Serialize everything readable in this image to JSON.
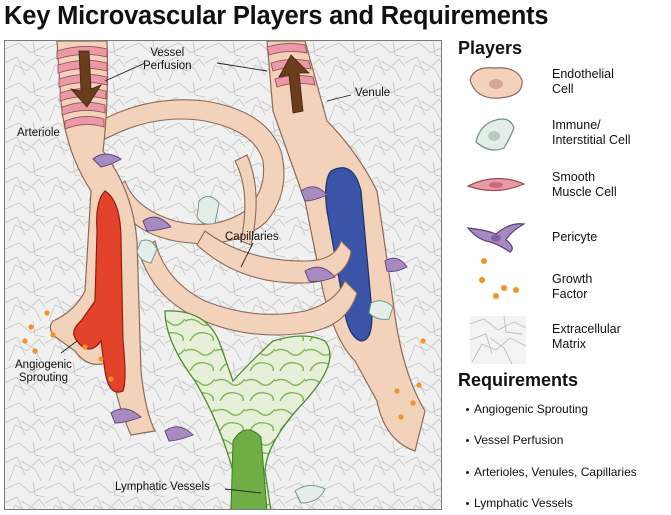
{
  "title": "Key Microvascular Players and Requirements",
  "diagram_labels": {
    "vessel_perfusion": "Vessel\nPerfusion",
    "venule": "Venule",
    "arteriole": "Arteriole",
    "capillaries": "Capillaries",
    "angiogenic_sprouting": "Angiogenic\nSprouting",
    "lymphatic_vessels": "Lymphatic Vessels"
  },
  "players": {
    "heading": "Players",
    "items": [
      {
        "label": "Endothelial\nCell",
        "icon": "endothelial-cell-icon"
      },
      {
        "label": "Immune/\nInterstitial Cell",
        "icon": "immune-cell-icon"
      },
      {
        "label": "Smooth\nMuscle Cell",
        "icon": "smooth-muscle-cell-icon"
      },
      {
        "label": "Pericyte",
        "icon": "pericyte-icon"
      },
      {
        "label": "Growth\nFactor",
        "icon": "growth-factor-icon"
      },
      {
        "label": "Extracellular\nMatrix",
        "icon": "extracellular-matrix-icon"
      }
    ]
  },
  "requirements": {
    "heading": "Requirements",
    "items": [
      "Angiogenic Sprouting",
      "Vessel Perfusion",
      "Arterioles, Venules, Capillaries",
      "Lymphatic Vessels"
    ]
  },
  "colors": {
    "endothelial": "#f3d2bb",
    "smooth_muscle": "#e99aa6",
    "pericyte": "#a78bc0",
    "arterial_blood": "#e2432a",
    "venous_blood": "#3a55a8",
    "lymphatic": "#6fae45",
    "growth_factor": "#f0941f",
    "matrix": "#c8c8c8"
  }
}
